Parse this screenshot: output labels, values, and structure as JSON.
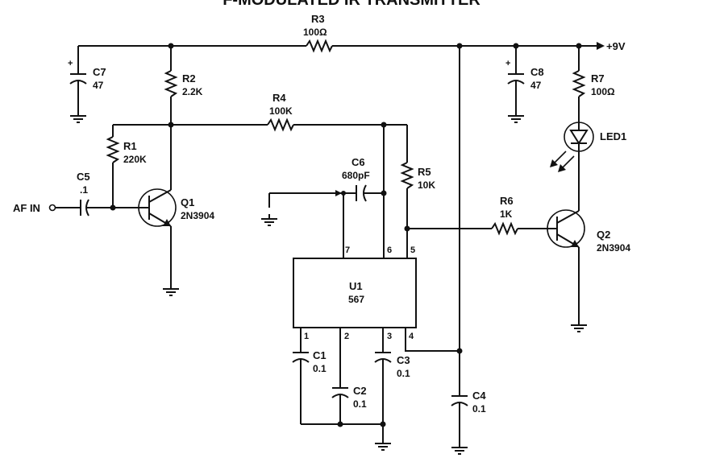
{
  "title": "F-MODULATED IR TRANSMITTER",
  "supply": "+9V",
  "input": "AF IN",
  "components": {
    "R1": {
      "ref": "R1",
      "value": "220K"
    },
    "R2": {
      "ref": "R2",
      "value": "2.2K"
    },
    "R3": {
      "ref": "R3",
      "value": "100Ω"
    },
    "R4": {
      "ref": "R4",
      "value": "100K"
    },
    "R5": {
      "ref": "R5",
      "value": "10K"
    },
    "R6": {
      "ref": "R6",
      "value": "1K"
    },
    "R7": {
      "ref": "R7",
      "value": "100Ω"
    },
    "C1": {
      "ref": "C1",
      "value": "0.1"
    },
    "C2": {
      "ref": "C2",
      "value": "0.1"
    },
    "C3": {
      "ref": "C3",
      "value": "0.1"
    },
    "C4": {
      "ref": "C4",
      "value": "0.1"
    },
    "C5": {
      "ref": "C5",
      "value": ".1"
    },
    "C6": {
      "ref": "C6",
      "value": "680pF"
    },
    "C7": {
      "ref": "C7",
      "value": "47"
    },
    "C8": {
      "ref": "C8",
      "value": "47"
    },
    "Q1": {
      "ref": "Q1",
      "value": "2N3904"
    },
    "Q2": {
      "ref": "Q2",
      "value": "2N3904"
    },
    "U1": {
      "ref": "U1",
      "value": "567"
    },
    "LED1": {
      "ref": "LED1"
    }
  },
  "pins": {
    "p1": "1",
    "p2": "2",
    "p3": "3",
    "p4": "4",
    "p5": "5",
    "p6": "6",
    "p7": "7"
  },
  "polarity": "+"
}
